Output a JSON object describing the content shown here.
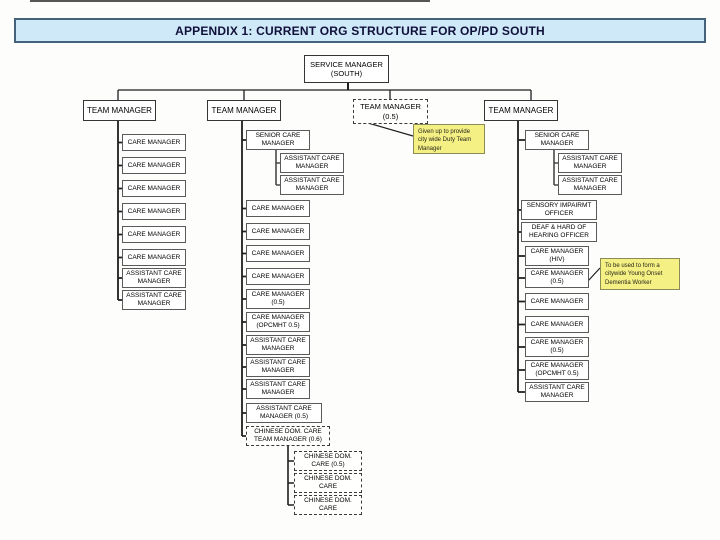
{
  "title": "APPENDIX 1: CURRENT ORG STRUCTURE FOR OP/PD SOUTH",
  "root": "SERVICE MANAGER (SOUTH)",
  "team_managers": [
    "TEAM MANAGER",
    "TEAM MANAGER",
    "TEAM MANAGER (0.5)",
    "TEAM MANAGER"
  ],
  "team1": [
    "CARE MANAGER",
    "CARE MANAGER",
    "CARE MANAGER",
    "CARE MANAGER",
    "CARE MANAGER",
    "CARE MANAGER",
    "ASSISTANT CARE MANAGER",
    "ASSISTANT CARE MANAGER"
  ],
  "team2": {
    "senior": "SENIOR CARE MANAGER",
    "senior_assistants": [
      "ASSISTANT CARE MANAGER",
      "ASSISTANT CARE MANAGER"
    ],
    "staff": [
      "CARE MANAGER",
      "CARE MANAGER",
      "CARE MANAGER",
      "CARE MANAGER",
      "CARE MANAGER (0.5)",
      "CARE MANAGER (OPCMHT 0.5)",
      "ASSISTANT CARE MANAGER",
      "ASSISTANT CARE MANAGER",
      "ASSISTANT CARE MANAGER",
      "ASSISTANT CARE MANAGER (0.5)"
    ],
    "chinese_team_manager": "CHINESE DOM. CARE TEAM MANAGER (0.6)",
    "chinese_staff": [
      "CHINESE DOM. CARE (0.5)",
      "CHINESE DOM. CARE",
      "CHINESE DOM. CARE"
    ]
  },
  "team4": {
    "senior": "SENIOR CARE MANAGER",
    "senior_assistants": [
      "ASSISTANT CARE MANAGER",
      "ASSISTANT CARE MANAGER"
    ],
    "staff": [
      "SENSORY IMPAIRMT OFFICER",
      "DEAF & HARD OF HEARING OFFICER",
      "CARE MANAGER (HIV)",
      "CARE MANAGER (0.5)",
      "CARE MANAGER",
      "CARE MANAGER",
      "CARE MANAGER (0.5)",
      "CARE MANAGER (OPCMHT 0.5)",
      "ASSISTANT CARE MANAGER"
    ]
  },
  "notes": [
    "Given up to provide city wide Duty Team Manager",
    "To be used to form a citywide Young Onset Dementia Worker"
  ],
  "colors": {
    "title_fill": "#cfe9f8",
    "title_border": "#44637a",
    "note_fill": "#f5f084",
    "line": "#1f1f1f"
  }
}
